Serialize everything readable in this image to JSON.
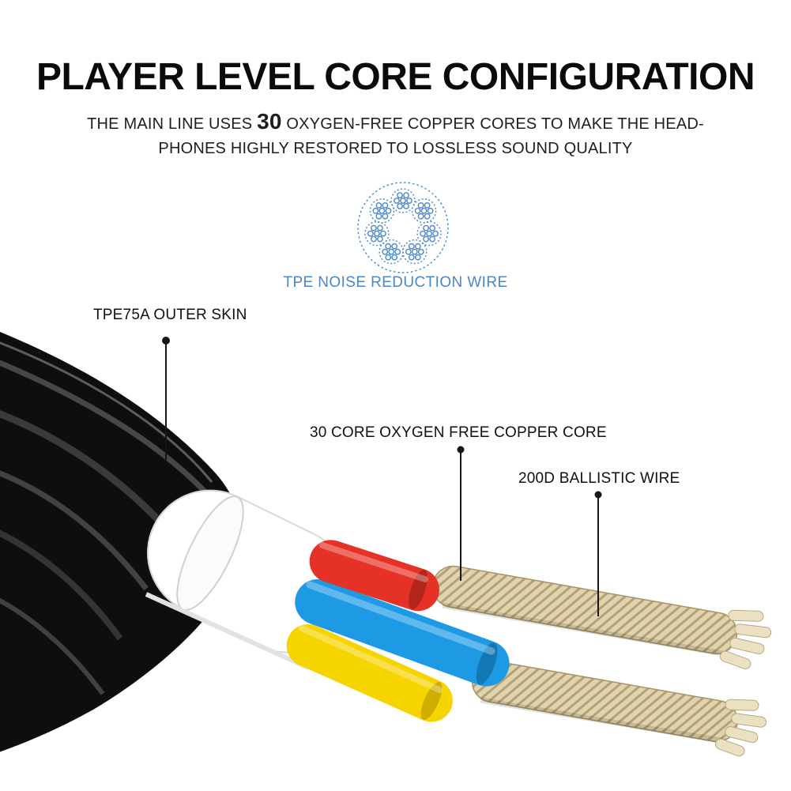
{
  "header": {
    "title": "PLAYER LEVEL CORE CONFIGURATION",
    "subtitle_prefix": "THE MAIN LINE USES ",
    "subtitle_number": "30",
    "subtitle_suffix": " OXYGEN-FREE COPPER CORES TO MAKE THE HEAD-",
    "subtitle_line2": "PHONES HIGHLY RESTORED TO LOSSLESS SOUND QUALITY"
  },
  "noise_wire": {
    "label": "TPE NOISE REDUCTION WIRE"
  },
  "callouts": {
    "outer_skin": "TPE75A OUTER SKIN",
    "copper_core": "30 CORE OXYGEN FREE COPPER CORE",
    "ballistic_wire": "200D BALLISTIC WIRE"
  },
  "colors": {
    "accent_blue": "#4a86c8",
    "text_black": "#101010",
    "cable_black": "#0e0e0e",
    "sheath_white": "#ffffff",
    "wire_red": "#e63126",
    "wire_blue": "#1e9ae4",
    "wire_yellow": "#f6d400",
    "braid_tan": "#e0d3ae",
    "braid_line": "#b3a278"
  }
}
